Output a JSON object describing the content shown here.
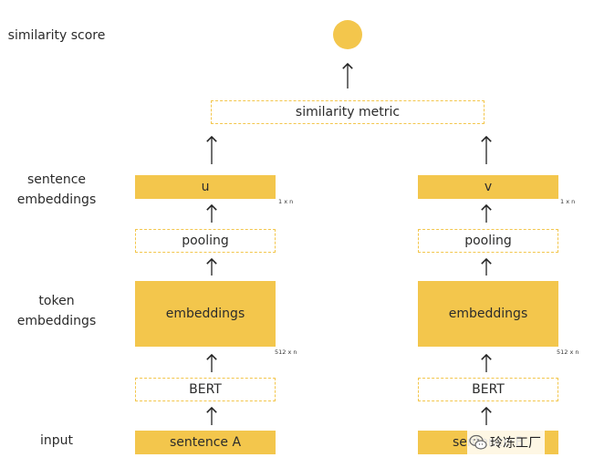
{
  "labels": {
    "similarity_score": "similarity score",
    "sentence_embeddings_line1": "sentence",
    "sentence_embeddings_line2": "embeddings",
    "token_embeddings_line1": "token",
    "token_embeddings_line2": "embeddings",
    "input": "input"
  },
  "metric": "similarity metric",
  "left": {
    "vector": "u",
    "vector_dim": "1 x n",
    "pooling": "pooling",
    "embeddings": "embeddings",
    "embeddings_dim": "512 x n",
    "model": "BERT",
    "input": "sentence A"
  },
  "right": {
    "vector": "v",
    "vector_dim": "1 x n",
    "pooling": "pooling",
    "embeddings": "embeddings",
    "embeddings_dim": "512 x n",
    "model": "BERT",
    "input": "sentence B"
  },
  "watermark": {
    "text": "玲冻工厂",
    "icon": "wechat-icon"
  },
  "colors": {
    "accent": "#f3c64c",
    "text": "#2b2b2b"
  }
}
